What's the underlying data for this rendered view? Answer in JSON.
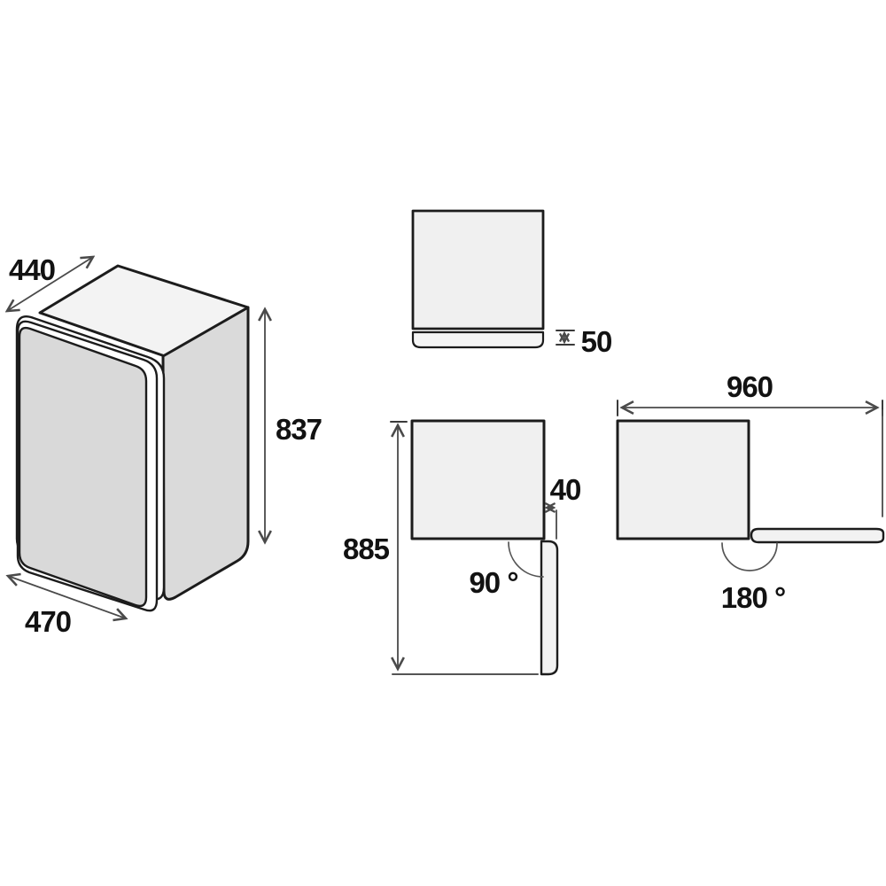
{
  "diagram": {
    "isometric": {
      "depth": "440",
      "height": "837",
      "width": "470"
    },
    "front_view": {
      "base_height": "50"
    },
    "top_view_door_90": {
      "total_depth": "885",
      "clearance": "40",
      "angle": "90 °"
    },
    "top_view_door_180": {
      "total_width": "960",
      "angle": "180 °"
    }
  },
  "colors": {
    "background": "#ffffff",
    "outline": "#1c1c1c",
    "dimension_line": "#4a4a4a",
    "label_text": "#121212",
    "face_top": "#f3f3f3",
    "face_side": "#dadada",
    "face_door": "#d9d9d9",
    "panel_fill": "#f0f0f0",
    "base_fill": "#f5f5f5",
    "door_fill": "#f2f2f2",
    "edge_white": "#ffffff"
  }
}
